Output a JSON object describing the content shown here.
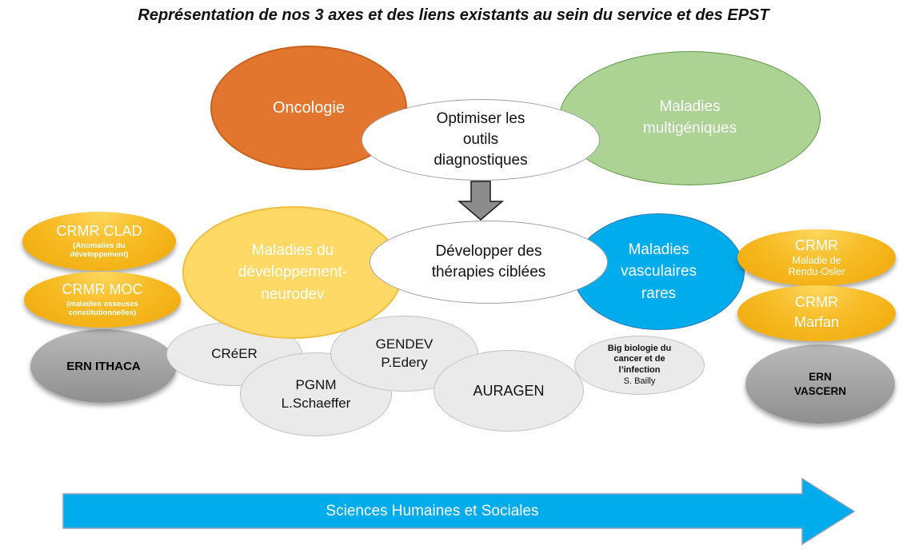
{
  "title": "Représentation de nos 3 axes et des liens existants au sein du service et des EPST",
  "axes": {
    "oncologie": {
      "label": "Oncologie"
    },
    "maladies_multigeniques": {
      "label": "Maladies multigéniques"
    },
    "maladies_developpement": {
      "lines": [
        "Maladies du",
        "développement-",
        "neurodev"
      ]
    },
    "maladies_vasculaires": {
      "label": "Maladies vasculaires rares"
    }
  },
  "objectives": {
    "optimiser": {
      "label": "Optimiser les outils diagnostiques"
    },
    "developper": {
      "label": "Développer des thérapies ciblées"
    }
  },
  "left_column": {
    "crmr_clad": {
      "title": "CRMR CLAD",
      "subtitle": "(Anomalies du développement)"
    },
    "crmr_moc": {
      "title": "CRMR MOC",
      "subtitle": "(maladies osseuses constitutionnelles)"
    },
    "ern_ithaca": {
      "label": "ERN ITHACA"
    }
  },
  "right_column": {
    "crmr_rendu_osler": {
      "title": "CRMR",
      "subtitle": "Maladie de Rendu-Osler"
    },
    "crmr_marfan": {
      "title": "CRMR",
      "subtitle": "Marfan"
    },
    "ern_vascern": {
      "label": "ERN VASCERN"
    }
  },
  "platforms": {
    "creer": {
      "label": "CRéER"
    },
    "pgnm": {
      "label": "PGNM L.Schaeffer"
    },
    "gendev": {
      "label": "GENDEV P.Edery"
    },
    "auragen": {
      "label": "AURAGEN"
    },
    "big_biologie": {
      "title": "Big biologie du cancer et de l’infection",
      "subtitle": "S. Bailly"
    }
  },
  "bottom_arrow": {
    "label": "Sciences Humaines et Sociales"
  },
  "colors": {
    "orange": "#E2762E",
    "green": "#ACD294",
    "yellow": "#FFD966",
    "blue": "#00ACEC",
    "gold": "#F2B11C",
    "light_gray": "#EAEAEA",
    "ern_gray": "#A6A6A6",
    "arrow_gray": "#8C8C8C",
    "bottom_arrow_blue": "#00ACEC"
  }
}
